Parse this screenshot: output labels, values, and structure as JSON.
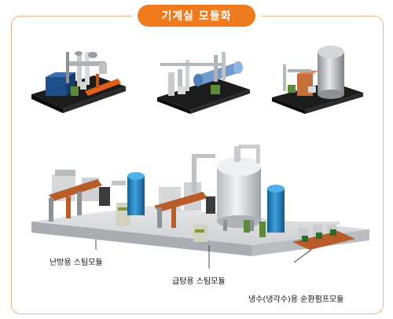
{
  "header": {
    "title": "기계실 모듈화"
  },
  "labels": {
    "heating": "난방용 스팀모듈",
    "hotwater": "급탕용 스팀모듈",
    "chilled": "냉수(냉각수)용 순환펌프모듈"
  },
  "colors": {
    "accent": "#f07b1e",
    "frame_border": "#f0b38a",
    "tank_blue": "#1f7ab8",
    "pipe_orange": "#e0601a",
    "frame_black": "#1c1c1c"
  }
}
